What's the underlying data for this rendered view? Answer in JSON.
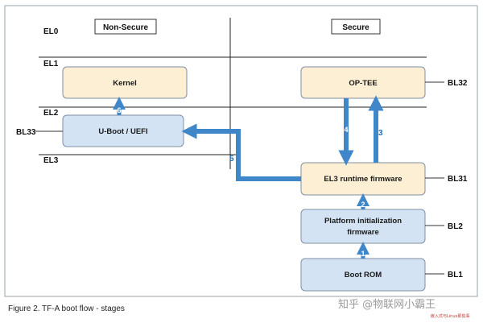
{
  "headers": {
    "non_secure": "Non-Secure",
    "secure": "Secure"
  },
  "exception_levels": {
    "el0": "EL0",
    "el1": "EL1",
    "el2": "EL2",
    "el3": "EL3"
  },
  "boxes": {
    "kernel": "Kernel",
    "uboot": "U-Boot / UEFI",
    "optee": "OP-TEE",
    "el3_runtime": "EL3 runtime firmware",
    "platform_init_line1": "Platform initialization",
    "platform_init_line2": "firmware",
    "boot_rom": "Boot ROM"
  },
  "stage_labels": {
    "bl33": "BL33",
    "bl32": "BL32",
    "bl31": "BL31",
    "bl2": "BL2",
    "bl1": "BL1"
  },
  "steps": {
    "s1": "1",
    "s2": "2",
    "s3": "3",
    "s4": "4",
    "s5": "5",
    "s6": "6"
  },
  "caption": "Figure 2.  TF-A boot flow - stages",
  "watermark": {
    "main": "知乎 @物联网小霸王",
    "sub": "嵌入式与Linux那些事"
  },
  "colors": {
    "secure_box_fill": "#fcefd4",
    "nonsecure_box_fill": "#d3e3f3",
    "box_border": "#7f8fa6",
    "arrow": "#3f87c9"
  }
}
